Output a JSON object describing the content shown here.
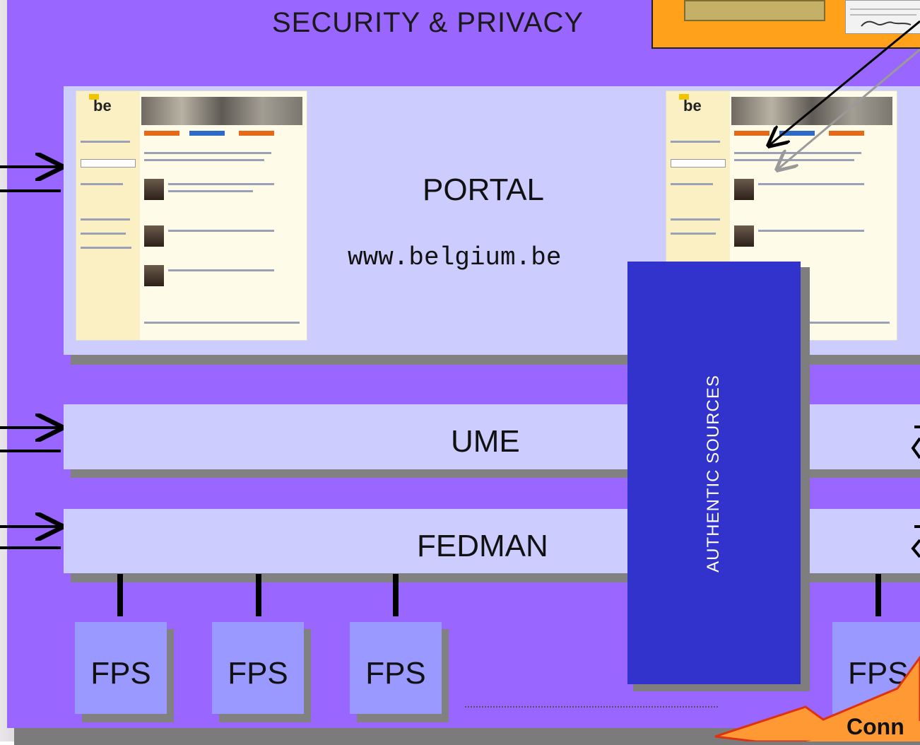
{
  "title": "SECURITY & PRIVACY",
  "layers": {
    "portal": {
      "label": "PORTAL",
      "url": "www.belgium.be"
    },
    "ume": {
      "label": "UME"
    },
    "fedman": {
      "label": "FEDMAN"
    },
    "authentic_sources": {
      "label": "AUTHENTIC SOURCES"
    }
  },
  "fps_nodes": [
    {
      "label": "FPS"
    },
    {
      "label": "FPS"
    },
    {
      "label": "FPS"
    },
    {
      "label": "FPS"
    }
  ],
  "callout": {
    "label": "Conn"
  },
  "colors": {
    "background": "#9966ff",
    "layer": "#ccccff",
    "authentic_sources": "#3232cc",
    "fps": "#9999ff",
    "certificate_box": "#ffa11a",
    "callout": "#ff9933"
  }
}
